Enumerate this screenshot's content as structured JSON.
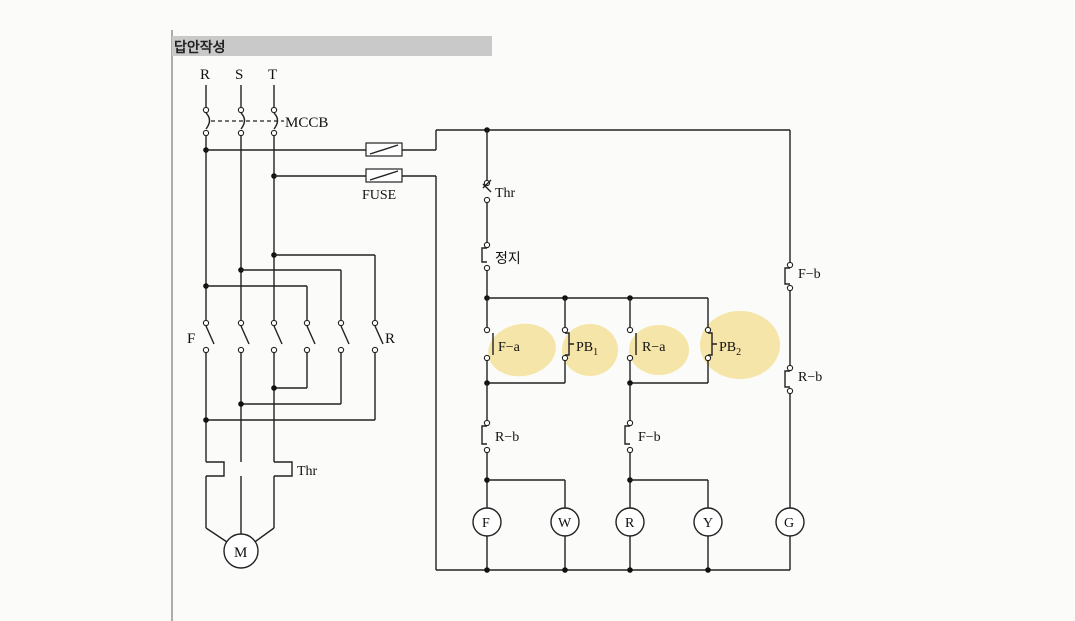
{
  "header": {
    "tag": "답안작성"
  },
  "power_circuit": {
    "phases": [
      "R",
      "S",
      "T"
    ],
    "breaker": "MCCB",
    "fuse": "FUSE",
    "forward_contactor": "F",
    "reverse_contactor": "R",
    "overload": "Thr",
    "motor": "M"
  },
  "control_circuit": {
    "thermal_relay": "Thr",
    "stop_button": "정지",
    "forward_aux_contact": "F−a",
    "pushbutton_1": "PB",
    "pushbutton_1_sub": "1",
    "reverse_aux_contact": "R−a",
    "pushbutton_2": "PB",
    "pushbutton_2_sub": "2",
    "interlock_forward": "R−b",
    "interlock_reverse": "F−b",
    "right_branch_top": "F−b",
    "right_branch_bottom": "R−b",
    "lamps": [
      "F",
      "W",
      "R",
      "Y",
      "G"
    ]
  },
  "colors": {
    "highlight": "#f3d466",
    "line": "#222222"
  }
}
